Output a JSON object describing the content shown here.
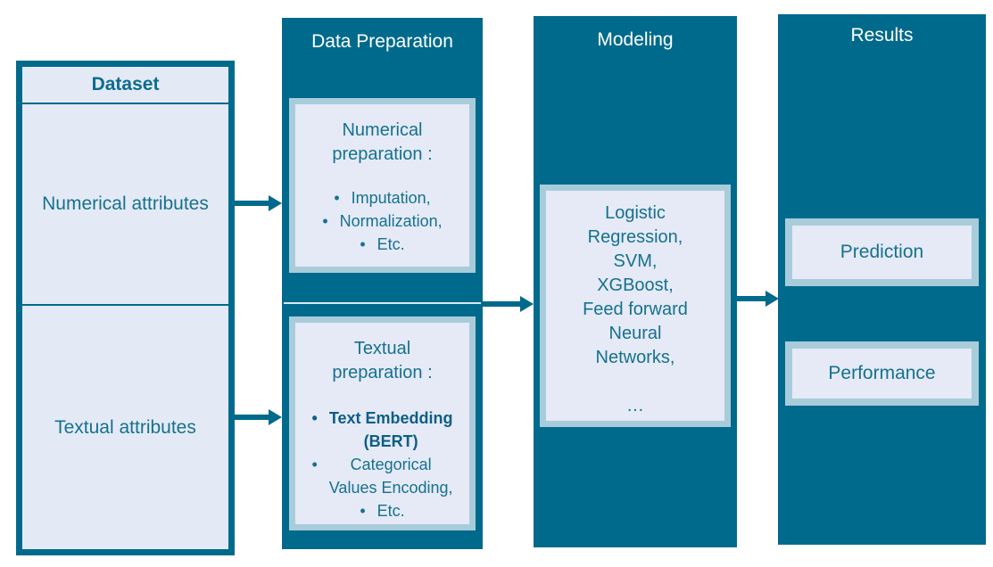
{
  "diagram": {
    "dataset": {
      "title": "Dataset",
      "rows": [
        "Numerical attributes",
        "Textual attributes"
      ]
    },
    "data_preparation": {
      "title": "Data Preparation",
      "numerical": {
        "heading": "Numerical\npreparation :",
        "items": [
          "Imputation,",
          "Normalization,",
          "Etc."
        ]
      },
      "textual": {
        "heading": "Textual\npreparation :",
        "items": [
          "Text Embedding\n(BERT)",
          "Categorical\nValues Encoding,",
          "Etc."
        ]
      }
    },
    "modeling": {
      "title": "Modeling",
      "content": "Logistic\nRegression,\nSVM,\nXGBoost,\nFeed forward\nNeural\nNetworks,\n\n…"
    },
    "results": {
      "title": "Results",
      "boxes": [
        "Prediction",
        "Performance"
      ]
    },
    "colors": {
      "teal": "#006A8C",
      "light_border": "#A9CCDB",
      "panel_fill": "#E5EAF6",
      "text_teal": "#16718F",
      "bold_text": "#0E5E84",
      "title_text": "#FFFFFF"
    }
  }
}
